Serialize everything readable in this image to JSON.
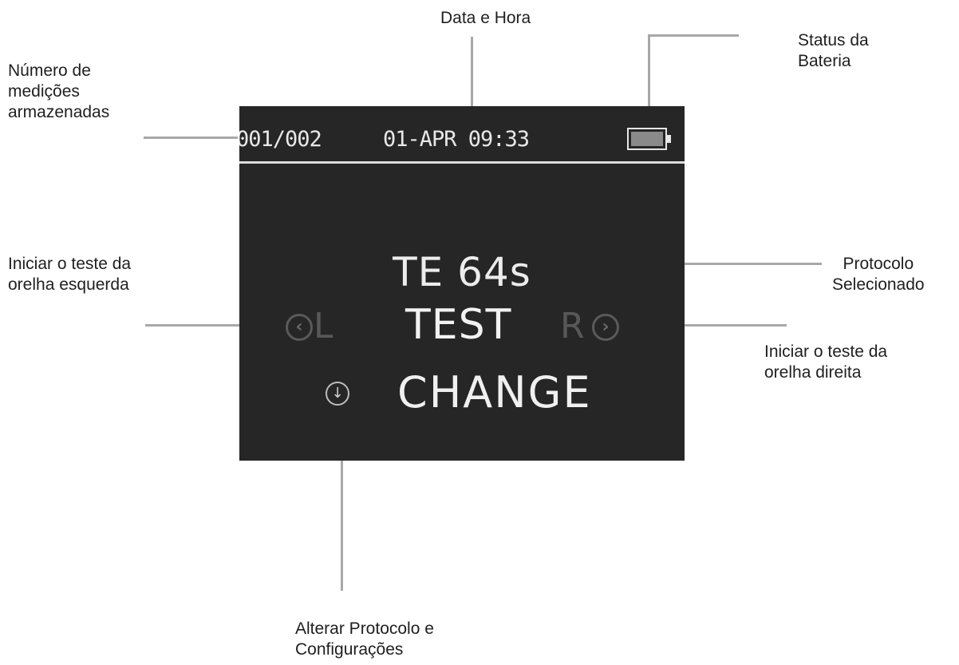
{
  "annotations": {
    "stored_measurements": [
      "Número de",
      "medições",
      "armazenadas"
    ],
    "date_time": "Data e Hora",
    "battery_status": [
      "Status da",
      "Bateria"
    ],
    "start_left_ear": [
      "Iniciar o teste da",
      "orelha esquerda"
    ],
    "selected_protocol": [
      "Protocolo",
      "Selecionado"
    ],
    "start_right_ear": [
      "Iniciar o teste da",
      "orelha direita"
    ],
    "change_protocol": [
      "Alterar Protocolo e",
      "Configurações"
    ]
  },
  "screen": {
    "measurement_count": "001/002",
    "datetime": "01-APR 09:33",
    "battery_level": 1.0,
    "protocol": "TE 64s",
    "left_letter": "L",
    "test_label": "TEST",
    "right_letter": "R",
    "change_label": "CHANGE",
    "left_arrow_glyph": "‹",
    "right_arrow_glyph": "›",
    "change_glyph": "↓"
  },
  "icons": {
    "battery": "battery-icon",
    "left": "chevron-left-icon",
    "right": "chevron-right-icon",
    "change": "arrow-down-circle-icon"
  }
}
